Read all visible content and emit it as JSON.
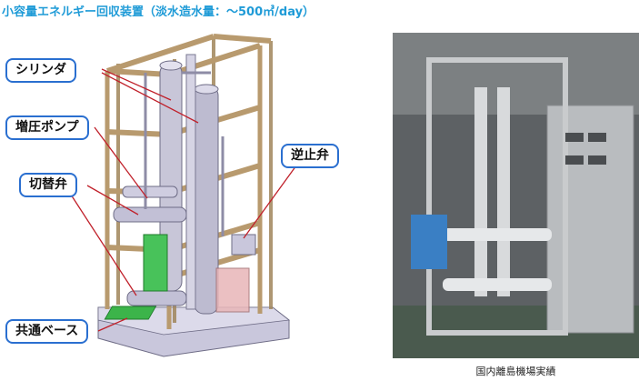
{
  "title": "小容量エネルギー回収装置（淡水造水量：～500㎥/day）",
  "labels": {
    "cylinder": "シリンダ",
    "booster_pump": "増圧ポンプ",
    "switching_valve": "切替弁",
    "check_valve": "逆止弁",
    "common_base": "共通ベース"
  },
  "photo_caption": "国内離島機場実績",
  "colors": {
    "title": "#1f9bd7",
    "label_border": "#2a6fd0",
    "leader_line": "#c0202a",
    "frame": "#b89a6e",
    "base_green": "#3cb44a"
  }
}
